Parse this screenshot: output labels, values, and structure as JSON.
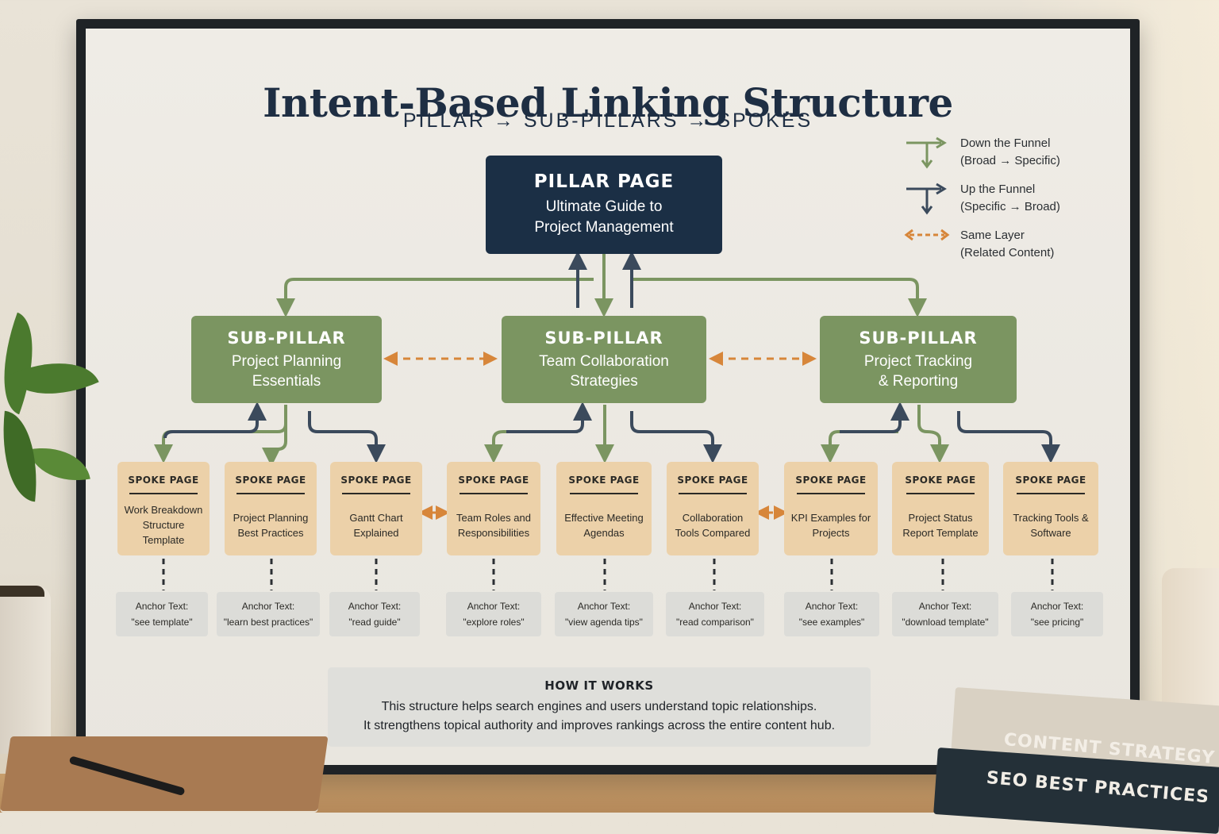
{
  "title": "Intent-Based Linking Structure",
  "subtitle": "PILLAR → SUB-PILLARS → SPOKES",
  "legend": [
    {
      "line1": "Down the Funnel",
      "line2": "(Broad → Specific)",
      "color": "#7b9561"
    },
    {
      "line1": "Up the Funnel",
      "line2": "(Specific → Broad)",
      "color": "#3b4a5c"
    },
    {
      "line1": "Same Layer",
      "line2": "(Related Content)",
      "color": "#d7863a"
    }
  ],
  "pillar": {
    "label": "PILLAR PAGE",
    "title_line1": "Ultimate Guide to",
    "title_line2": "Project Management"
  },
  "sub_pillars": [
    {
      "label": "SUB-PILLAR",
      "title_line1": "Project Planning",
      "title_line2": "Essentials"
    },
    {
      "label": "SUB-PILLAR",
      "title_line1": "Team Collaboration",
      "title_line2": "Strategies"
    },
    {
      "label": "SUB-PILLAR",
      "title_line1": "Project Tracking",
      "title_line2": "& Reporting"
    }
  ],
  "spokes": [
    {
      "label": "SPOKE PAGE",
      "title": "Work Breakdown Structure Template",
      "anchor_label": "Anchor Text:",
      "anchor": "\"see template\""
    },
    {
      "label": "SPOKE PAGE",
      "title": "Project Planning Best Practices",
      "anchor_label": "Anchor Text:",
      "anchor": "\"learn best practices\""
    },
    {
      "label": "SPOKE PAGE",
      "title": "Gantt Chart Explained",
      "anchor_label": "Anchor Text:",
      "anchor": "\"read guide\""
    },
    {
      "label": "SPOKE PAGE",
      "title": "Team Roles and Responsibilities",
      "anchor_label": "Anchor Text:",
      "anchor": "\"explore roles\""
    },
    {
      "label": "SPOKE PAGE",
      "title": "Effective Meeting Agendas",
      "anchor_label": "Anchor Text:",
      "anchor": "\"view agenda tips\""
    },
    {
      "label": "SPOKE PAGE",
      "title": "Collaboration Tools Compared",
      "anchor_label": "Anchor Text:",
      "anchor": "\"read comparison\""
    },
    {
      "label": "SPOKE PAGE",
      "title": "KPI Examples for Projects",
      "anchor_label": "Anchor Text:",
      "anchor": "\"see examples\""
    },
    {
      "label": "SPOKE PAGE",
      "title": "Project Status Report Template",
      "anchor_label": "Anchor Text:",
      "anchor": "\"download template\""
    },
    {
      "label": "SPOKE PAGE",
      "title": "Tracking Tools & Software",
      "anchor_label": "Anchor Text:",
      "anchor": "\"see pricing\""
    }
  ],
  "how_it_works": {
    "heading": "HOW IT WORKS",
    "line1": "This structure helps search engines and users understand topic relationships.",
    "line2": "It strengthens topical authority and improves rankings across the entire content hub."
  },
  "books": [
    {
      "title": "CONTENT STRATEGY"
    },
    {
      "title": "SEO BEST PRACTICES"
    }
  ],
  "colors": {
    "navy": "#1b2f45",
    "green": "#7b9561",
    "dark_arrow": "#3b4a5c",
    "orange": "#d7863a",
    "spoke": "#ecd1a9"
  }
}
